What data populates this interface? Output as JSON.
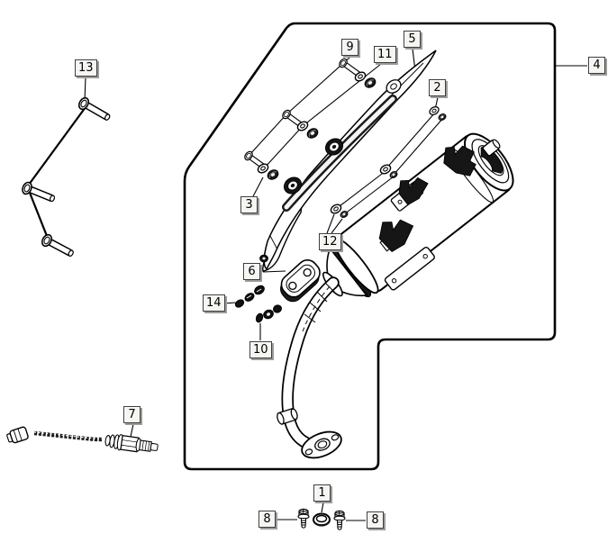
{
  "figure": {
    "type": "exploded-parts-diagram",
    "background": "#ffffff",
    "stroke_color": "#000000",
    "callout_fill": "#f6f5f2",
    "callout_border": "#3c3c3c",
    "callout_shadow": "#9c9c9c"
  },
  "callouts": {
    "c1": {
      "label": "1"
    },
    "c2": {
      "label": "2"
    },
    "c3": {
      "label": "3"
    },
    "c4": {
      "label": "4"
    },
    "c5": {
      "label": "5"
    },
    "c6": {
      "label": "6"
    },
    "c7": {
      "label": "7"
    },
    "c8_left": {
      "label": "8"
    },
    "c8_right": {
      "label": "8"
    },
    "c9": {
      "label": "9"
    },
    "c10": {
      "label": "10"
    },
    "c11": {
      "label": "11"
    },
    "c12": {
      "label": "12"
    },
    "c13": {
      "label": "13"
    },
    "c14": {
      "label": "14"
    }
  }
}
